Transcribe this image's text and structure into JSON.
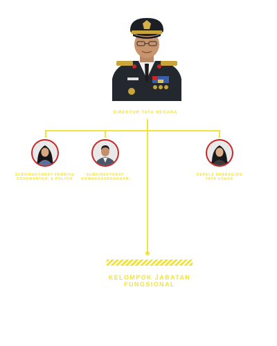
{
  "colors": {
    "accent": "#f2e33b",
    "ring": "#c62828"
  },
  "director": {
    "title": "DIREKTUR TATA NEGARA",
    "photo_icon": "director-portrait"
  },
  "subordinates": [
    {
      "label_line1": "SUBDIREKTORAT PEMBINA",
      "label_line2": "DOKUMENTASI & POLITIK",
      "photo_icon": "female-hijab-portrait"
    },
    {
      "label_line1": "SUBDIREKTORAT",
      "label_line2": "KEWARGANEGARAAN",
      "photo_icon": "male-portrait"
    },
    {
      "label_line1": "KEPALA SUBBAGIAN",
      "label_line2": "TATA USAHA",
      "photo_icon": "female-hijab-portrait"
    }
  ],
  "group": {
    "line1": "KELOMPOK JABATAN",
    "line2": "FUNGSIONAL"
  }
}
